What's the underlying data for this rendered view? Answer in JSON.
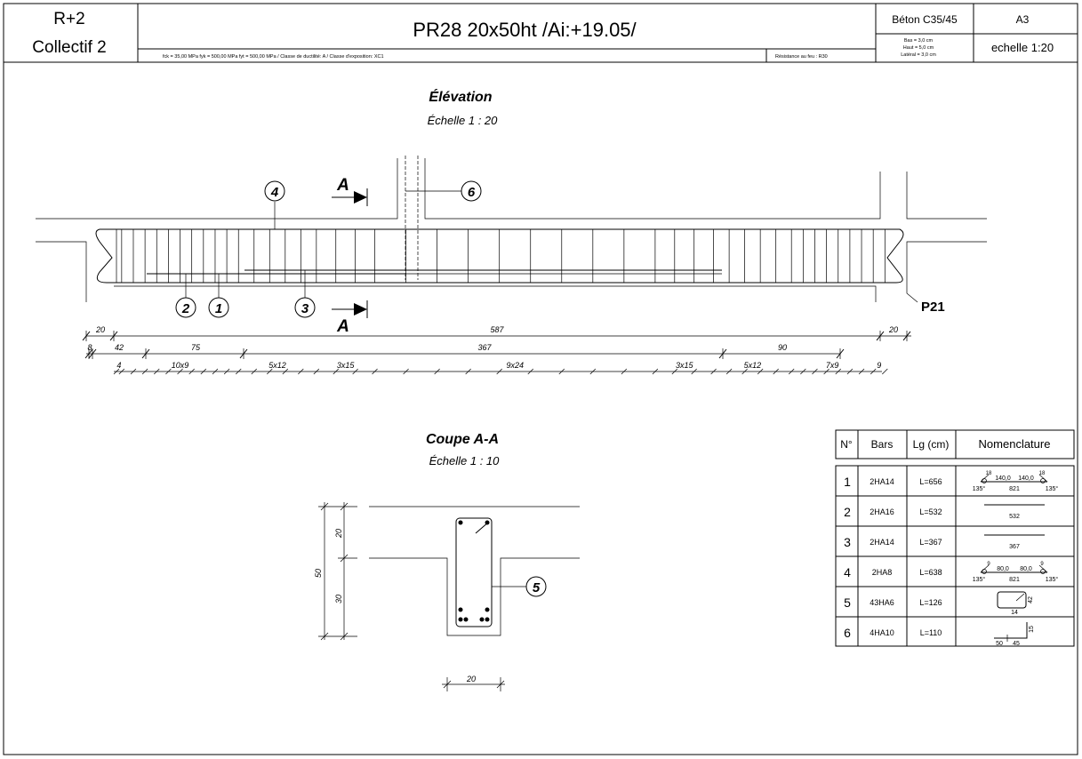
{
  "header": {
    "level": "R+2",
    "building": "Collectif 2",
    "title": "PR28 20x50ht  /Ai:+19.05/",
    "materials": "fck = 35,00 MPa fyk = 500,00 MPa fyt = 500,00 MPa    /    Classe de ductilité: A    /    Classe d'exposition: XC1",
    "fire": "Résistance au feu : R30",
    "concrete": "Béton C35/45",
    "cover_bottom": "Bas = 3,0 cm",
    "cover_top": "Haut = 5,0 cm",
    "cover_side": "Latéral = 3,0 cm",
    "format": "A3",
    "scale": "echelle 1:20"
  },
  "elevation": {
    "title": "Élévation",
    "scale": "Échelle 1 : 20",
    "section_mark": "A",
    "support_label": "P21",
    "bar_marks": [
      "1",
      "2",
      "3",
      "4",
      "6"
    ],
    "dim_row1": [
      "20",
      "587",
      "20"
    ],
    "dim_row2": [
      "8",
      "42",
      "75",
      "367",
      "90"
    ],
    "stirrup_spacing": [
      {
        "label": "4",
        "count": 1,
        "s": 4
      },
      {
        "label": "10x9",
        "count": 10,
        "s": 9
      },
      {
        "label": "5x12",
        "count": 5,
        "s": 12
      },
      {
        "label": "3x15",
        "count": 3,
        "s": 15
      },
      {
        "label": "9x24",
        "count": 9,
        "s": 24
      },
      {
        "label": "3x15",
        "count": 3,
        "s": 15
      },
      {
        "label": "5x12",
        "count": 5,
        "s": 12
      },
      {
        "label": "7x9",
        "count": 7,
        "s": 9
      },
      {
        "label": "9",
        "count": 1,
        "s": 9
      }
    ]
  },
  "section": {
    "title": "Coupe A-A",
    "scale": "Échelle 1 : 10",
    "dim_total": "50",
    "dim_top": "20",
    "dim_bottom": "30",
    "dim_width": "20",
    "bar_mark": "5"
  },
  "table": {
    "headers": [
      "N°",
      "Bars",
      "Lg (cm)",
      "Nomenclature"
    ],
    "rows": [
      {
        "n": "1",
        "bars": "2HA14",
        "lg": "L=656",
        "shape": [
          "140,0",
          "140,0",
          "821",
          "135°",
          "135°",
          "18",
          "18"
        ]
      },
      {
        "n": "2",
        "bars": "2HA16",
        "lg": "L=532",
        "shape": [
          "532"
        ]
      },
      {
        "n": "3",
        "bars": "2HA14",
        "lg": "L=367",
        "shape": [
          "367"
        ]
      },
      {
        "n": "4",
        "bars": "2HA8",
        "lg": "L=638",
        "shape": [
          "80,0",
          "80,0",
          "821",
          "135°",
          "135°",
          "9",
          "9"
        ]
      },
      {
        "n": "5",
        "bars": "43HA6",
        "lg": "L=126",
        "shape": [
          "14",
          "42"
        ]
      },
      {
        "n": "6",
        "bars": "4HA10",
        "lg": "L=110",
        "shape": [
          "50",
          "45",
          "15"
        ]
      }
    ]
  }
}
